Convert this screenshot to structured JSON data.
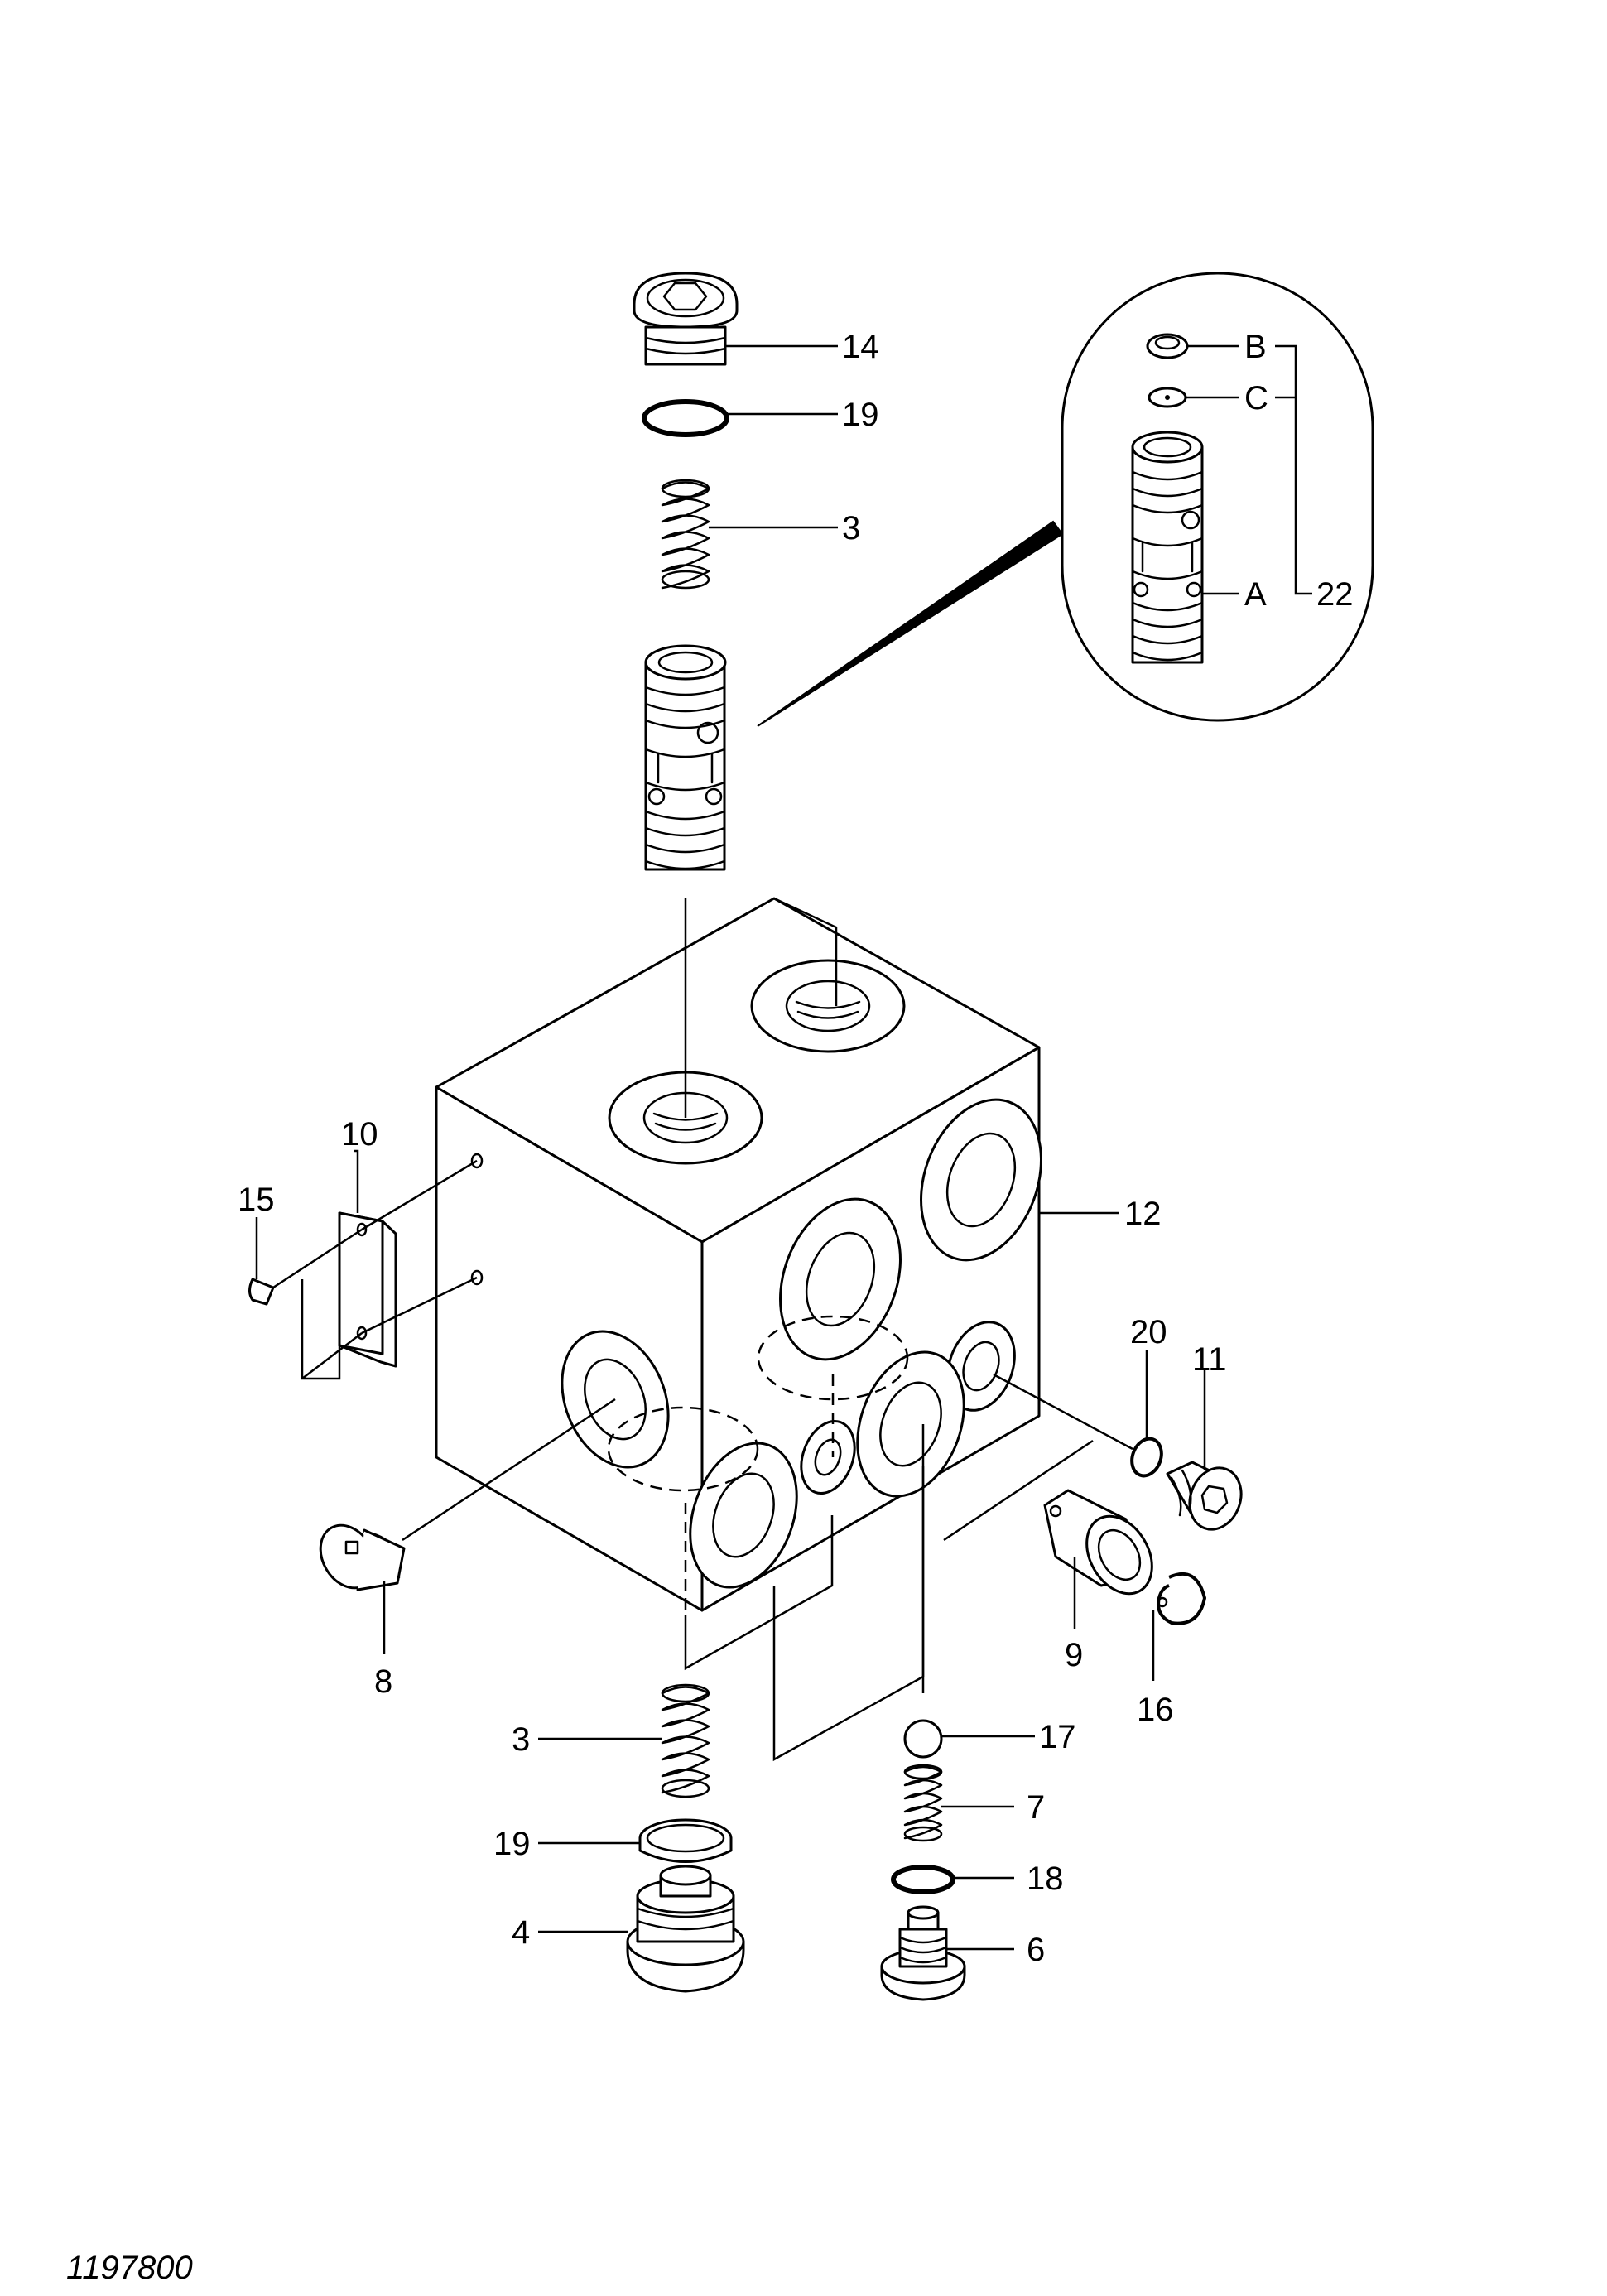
{
  "drawing_number": "1197800",
  "callouts": {
    "c14": "14",
    "c19_top": "19",
    "c3_top": "3",
    "cB": "B",
    "cC": "C",
    "cA": "A",
    "c22": "22",
    "c10": "10",
    "c15": "15",
    "c12": "12",
    "c20": "20",
    "c11": "11",
    "c8": "8",
    "c9": "9",
    "c16": "16",
    "c3_bottom": "3",
    "c19_bottom": "19",
    "c4": "4",
    "c17": "17",
    "c7": "7",
    "c18": "18",
    "c6": "6"
  }
}
